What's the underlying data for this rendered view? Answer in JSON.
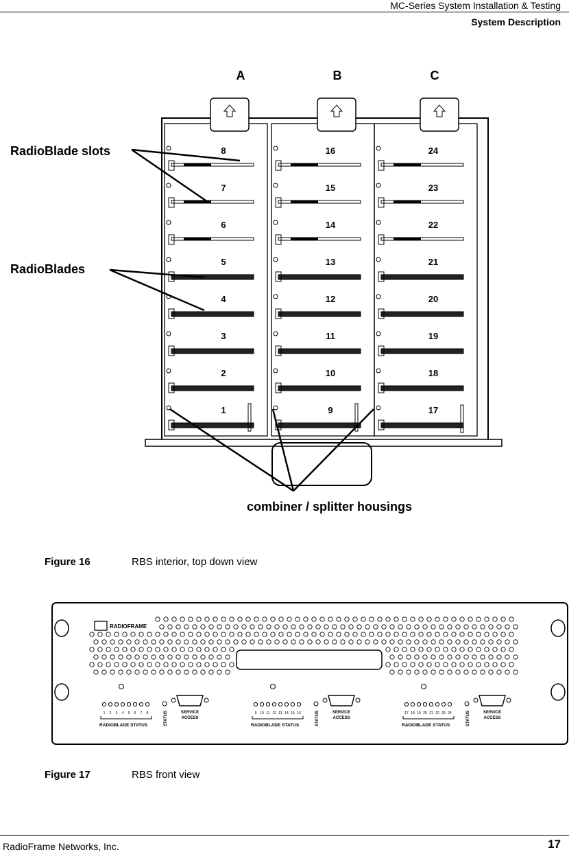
{
  "header": {
    "doc_title": "MC-Series System Installation & Testing",
    "section": "System Description"
  },
  "figure16": {
    "column_labels": [
      "A",
      "B",
      "C"
    ],
    "slot_numbers": {
      "A": [
        "8",
        "7",
        "6",
        "5",
        "4",
        "3",
        "2",
        "1"
      ],
      "B": [
        "16",
        "15",
        "14",
        "13",
        "12",
        "11",
        "10",
        "9"
      ],
      "C": [
        "24",
        "23",
        "22",
        "21",
        "20",
        "19",
        "18",
        "17"
      ]
    },
    "callouts": {
      "slots": "RadioBlade slots",
      "blades": "RadioBlades",
      "housings": "combiner / splitter housings"
    },
    "caption_number": "Figure 16",
    "caption_text": "RBS interior, top down view"
  },
  "figure17": {
    "brand_text": "RADIOFRAME",
    "groups": [
      {
        "led_numbers": [
          "1",
          "2",
          "3",
          "4",
          "5",
          "6",
          "7",
          "8"
        ],
        "status_label": "RADIOBLADE STATUS",
        "status": "STATUS",
        "service": "SERVICE",
        "access": "ACCESS"
      },
      {
        "led_numbers": [
          "9",
          "10",
          "11",
          "12",
          "13",
          "14",
          "15",
          "16"
        ],
        "status_label": "RADIOBLADE STATUS",
        "status": "STATUS",
        "service": "SERVICE",
        "access": "ACCESS"
      },
      {
        "led_numbers": [
          "17",
          "18",
          "19",
          "20",
          "21",
          "22",
          "23",
          "24"
        ],
        "status_label": "RADIOBLADE STATUS",
        "status": "STATUS",
        "service": "SERVICE",
        "access": "ACCESS"
      }
    ],
    "caption_number": "Figure 17",
    "caption_text": "RBS front view"
  },
  "footer": {
    "company": "RadioFrame Networks, Inc.",
    "page_number": "17"
  }
}
